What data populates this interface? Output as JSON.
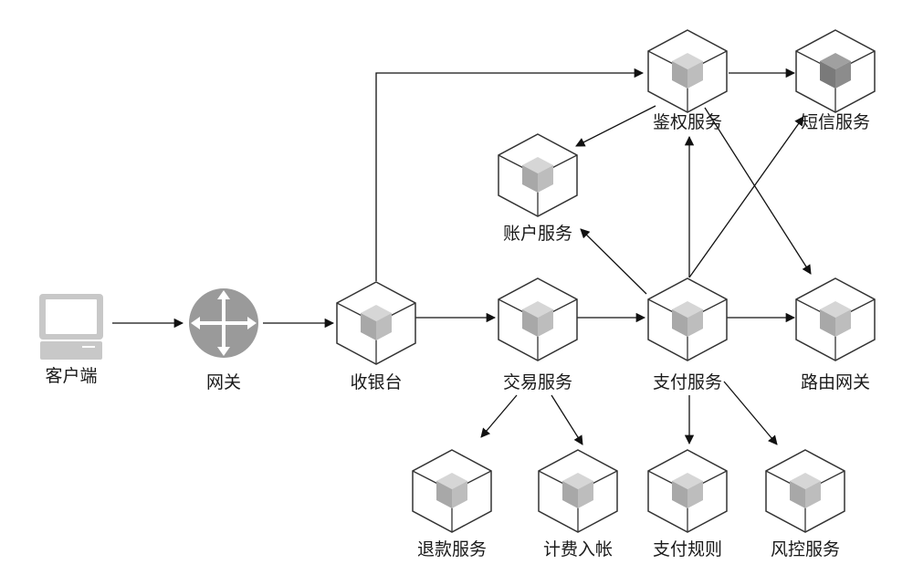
{
  "nodes": {
    "client": {
      "label": "客户端",
      "icon": "laptop-icon"
    },
    "gateway": {
      "label": "网关",
      "icon": "router-icon"
    },
    "cashier": {
      "label": "收银台",
      "icon": "service-cube-icon"
    },
    "trade": {
      "label": "交易服务",
      "icon": "service-cube-icon"
    },
    "payment": {
      "label": "支付服务",
      "icon": "service-cube-icon"
    },
    "route_gateway": {
      "label": "路由网关",
      "icon": "service-cube-icon"
    },
    "auth": {
      "label": "鉴权服务",
      "icon": "service-cube-icon"
    },
    "sms": {
      "label": "短信服务",
      "icon": "service-cube-icon"
    },
    "account": {
      "label": "账户服务",
      "icon": "service-cube-icon"
    },
    "refund": {
      "label": "退款服务",
      "icon": "service-cube-icon"
    },
    "billing": {
      "label": "计费入帐",
      "icon": "service-cube-icon"
    },
    "payment_rules": {
      "label": "支付规则",
      "icon": "service-cube-icon"
    },
    "risk": {
      "label": "风控服务",
      "icon": "service-cube-icon"
    }
  },
  "edges": [
    {
      "from": "client",
      "to": "gateway"
    },
    {
      "from": "gateway",
      "to": "cashier"
    },
    {
      "from": "cashier",
      "to": "trade"
    },
    {
      "from": "cashier",
      "to": "auth"
    },
    {
      "from": "trade",
      "to": "payment"
    },
    {
      "from": "trade",
      "to": "refund"
    },
    {
      "from": "trade",
      "to": "billing"
    },
    {
      "from": "payment",
      "to": "route_gateway"
    },
    {
      "from": "payment",
      "to": "auth"
    },
    {
      "from": "payment",
      "to": "sms"
    },
    {
      "from": "payment",
      "to": "account"
    },
    {
      "from": "payment",
      "to": "payment_rules"
    },
    {
      "from": "payment",
      "to": "risk"
    },
    {
      "from": "auth",
      "to": "sms"
    },
    {
      "from": "auth",
      "to": "account"
    },
    {
      "from": "auth",
      "to": "route_gateway"
    }
  ],
  "colors": {
    "cube_stroke": "#333333",
    "inner_cube_top": "#d6d6d6",
    "inner_cube_left": "#a8a8a8",
    "inner_cube_right": "#bdbdbd",
    "sms_inner_cube": "#8a8a8a",
    "router_fill": "#9a9a9a",
    "laptop_fill": "#c8c8c8",
    "edge": "#111111"
  }
}
